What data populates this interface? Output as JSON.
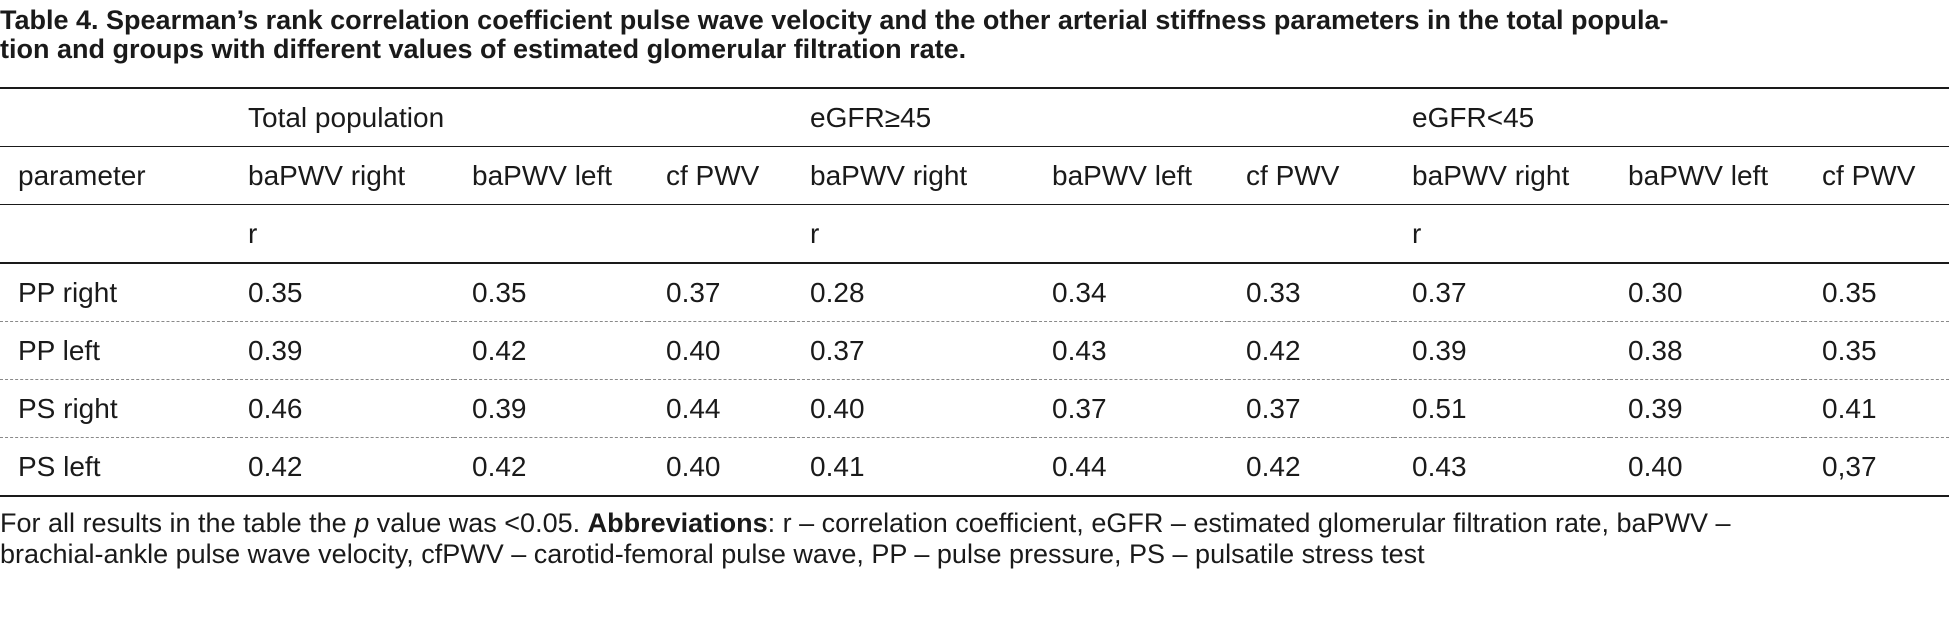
{
  "caption": {
    "line1": "Table 4. Spearman’s rank correlation coefficient pulse wave velocity and the other arterial stiffness parameters in the total popula-",
    "line2": "tion and groups with different values of estimated glomerular filtration rate."
  },
  "table": {
    "groups": [
      "Total population",
      "eGFR≥45",
      "eGFR<45"
    ],
    "header": {
      "row_label": "parameter",
      "columns": [
        "baPWV right",
        "baPWV left",
        "cf PWV",
        "baPWV right",
        "baPWV left",
        "cf PWV",
        "baPWV right",
        "baPWV left",
        "cf PWV"
      ]
    },
    "unit_label": "r",
    "rows": [
      {
        "label": "PP right",
        "values": [
          "0.35",
          "0.35",
          "0.37",
          "0.28",
          "0.34",
          "0.33",
          "0.37",
          "0.30",
          "0.35"
        ]
      },
      {
        "label": "PP left",
        "values": [
          "0.39",
          "0.42",
          "0.40",
          "0.37",
          "0.43",
          "0.42",
          "0.39",
          "0.38",
          "0.35"
        ]
      },
      {
        "label": "PS right",
        "values": [
          "0.46",
          "0.39",
          "0.44",
          "0.40",
          "0.37",
          "0.37",
          "0.51",
          "0.39",
          "0.41"
        ]
      },
      {
        "label": "PS left",
        "values": [
          "0.42",
          "0.42",
          "0.40",
          "0.41",
          "0.44",
          "0.42",
          "0.43",
          "0.40",
          "0,37"
        ]
      }
    ]
  },
  "footnote": {
    "part1": "For all results in the table the ",
    "p_symbol": "p",
    "part2": " value was <0.05. ",
    "abbrev_label": "Abbreviations",
    "part3": ": r – correlation coefficient, eGFR – estimated glomerular filtration rate, baPWV –",
    "line2": "brachial-ankle pulse wave velocity, cfPWV – carotid-femoral pulse wave, PP – pulse pressure, PS – pulsatile stress test"
  }
}
